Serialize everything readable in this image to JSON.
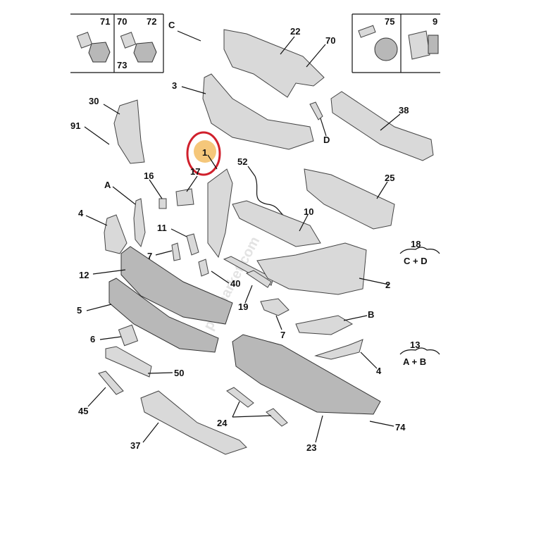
{
  "callouts": {
    "c71": "71",
    "c70a": "70",
    "c72": "72",
    "c73": "73",
    "cC": "C",
    "c22": "22",
    "c70b": "70",
    "c75": "75",
    "c9": "9",
    "c3": "3",
    "c30": "30",
    "c91": "91",
    "c38": "38",
    "cD": "D",
    "c1": "1",
    "c16": "16",
    "c17": "17",
    "c52": "52",
    "c25": "25",
    "cA": "A",
    "c4a": "4",
    "c10": "10",
    "c11": "11",
    "c18": "18",
    "c18sub": "C + D",
    "c7a": "7",
    "c12": "12",
    "c40": "40",
    "c2": "2",
    "c19": "19",
    "c5": "5",
    "cB": "B",
    "c7b": "7",
    "c6": "6",
    "c13": "13",
    "c13sub": "A + B",
    "c4b": "4",
    "c50": "50",
    "c45": "45",
    "c24": "24",
    "c74": "74",
    "c37": "37",
    "c23": "23"
  },
  "watermark": "psamarket.com",
  "highlight_color": "#d0202c",
  "highlight_fill": "#f5c77a"
}
